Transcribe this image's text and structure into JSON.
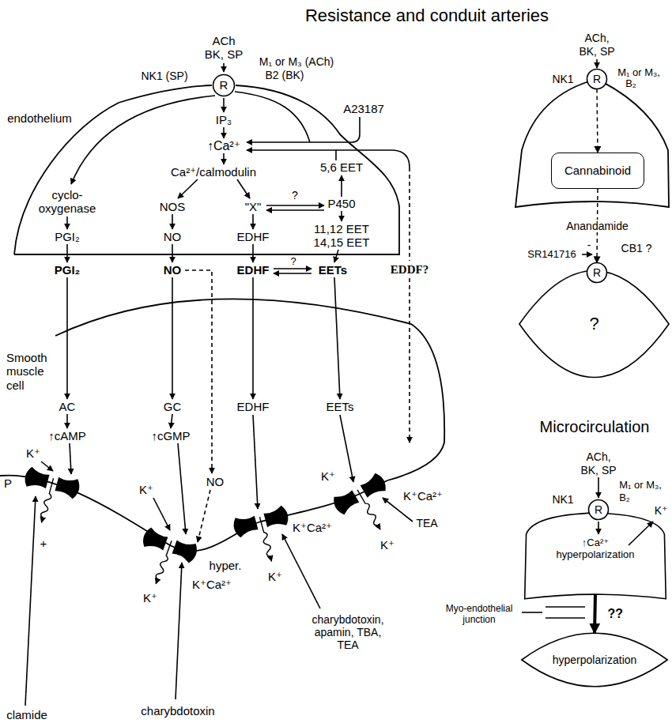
{
  "diagram": {
    "title": "Resistance and conduit arteries",
    "nodes": [
      {
        "text": [
          "R"
        ]
      },
      {
        "text": [
          "R"
        ]
      },
      {
        "text": [
          "Cannabinoid"
        ]
      },
      {
        "text": [
          "R"
        ]
      },
      {
        "text": [
          "?"
        ]
      },
      {
        "text": [
          "R"
        ]
      },
      {
        "text": [
          "↑Ca²⁺",
          "hyperpolarization"
        ]
      },
      {
        "text": [
          "hyperpolarization"
        ]
      }
    ],
    "edges": [
      {
        "from": 1,
        "to": 2,
        "arrow": "to"
      },
      {
        "from": 2,
        "to": 3,
        "label": "Anandamide",
        "arrow": "to"
      },
      {
        "from": 6,
        "to": 7,
        "label": "??",
        "arrow": "to"
      }
    ],
    "labels": [
      "ACh",
      "BK, SP",
      "NK1 (SP)",
      "M₁ or M₃ (ACh)",
      "B2 (BK)",
      "IP₃",
      "A23187",
      "endothelium",
      "↑Ca²⁺",
      "Ca²⁺/calmodulin",
      "5,6 EET",
      "cyclo- oxygenase",
      "NOS",
      "\"X\"",
      "?",
      "P450",
      "PGI₂",
      "NO",
      "EDHF",
      "11,12 EET",
      "14,15 EET",
      "PGI₂",
      "NO",
      "EDHF",
      "?",
      "EETs",
      "EDDF?",
      "Smooth muscle cell",
      "AC",
      "GC",
      "EDHF",
      "EETs",
      "↑cAMP",
      "↑cGMP",
      "P",
      "K⁺",
      "+",
      "NO",
      "K⁺",
      "K⁺",
      "K⁺Ca²⁺",
      "TEA",
      "K⁺Ca²⁺",
      "hyper.",
      "K⁺Ca²⁺",
      "K⁺",
      "K⁺",
      "K⁺",
      "charybdotoxin",
      "clamide",
      "charybdotoxin, apamin, TBA, TEA",
      "ACh,",
      "BK, SP",
      "NK1",
      "M₁ or M₃,",
      "B₂",
      "SR141716",
      "-",
      "CB1 ?",
      "Microcirculation",
      "ACh,",
      "BK, SP",
      "NK1",
      "M₁ or M₃,",
      "B₂",
      "K⁺",
      "Myo-endothelial junction"
    ]
  }
}
